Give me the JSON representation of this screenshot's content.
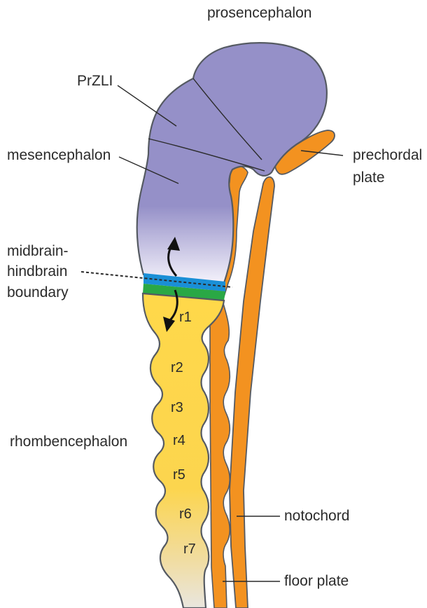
{
  "labels": {
    "prosencephalon": "prosencephalon",
    "przli": "PrZLI",
    "mesencephalon": "mesencephalon",
    "prechordal_line1": "prechordal",
    "prechordal_line2": "plate",
    "mhb_line1": "midbrain-",
    "mhb_line2": "hindbrain",
    "mhb_line3": "boundary",
    "rhombencephalon": "rhombencephalon",
    "notochord": "notochord",
    "floor_plate": "floor plate"
  },
  "rhombomeres": [
    "r1",
    "r2",
    "r3",
    "r4",
    "r5",
    "r6",
    "r7"
  ],
  "colors": {
    "forebrain_midbrain": "#9590c8",
    "hindbrain": "#ffd84a",
    "orange_tissue": "#f39220",
    "mhb_blue": "#1a8fd6",
    "mhb_green": "#2aa845",
    "outline": "#555a62"
  }
}
